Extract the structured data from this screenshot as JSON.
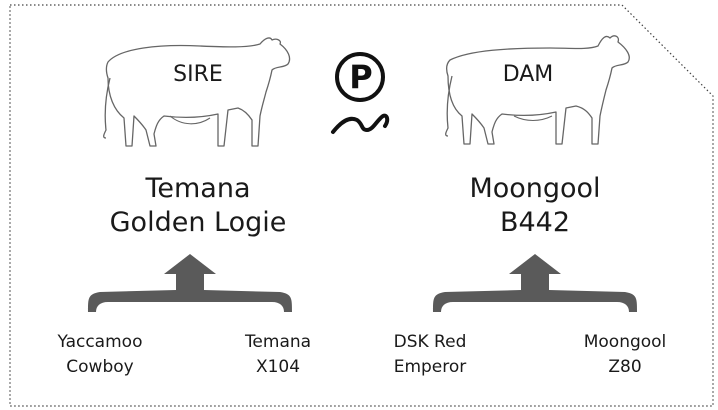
{
  "sire": {
    "role_label": "SIRE",
    "name_line1": "Temana",
    "name_line2": "Golden Logie",
    "parents": [
      {
        "line1": "Yaccamoo",
        "line2": "Cowboy"
      },
      {
        "line1": "Temana",
        "line2": "X104"
      }
    ]
  },
  "dam": {
    "role_label": "DAM",
    "name_line1": "Moongool",
    "name_line2": "B442",
    "parents": [
      {
        "line1": "DSK Red",
        "line1b": "",
        "line2": "Emperor"
      },
      {
        "line1": "Moongool",
        "line2": "Z80"
      }
    ]
  },
  "polled_symbol": "P",
  "icons": {
    "sire_animal": "bull-outline-icon",
    "dam_animal": "cow-outline-icon",
    "polled": "polled-p-icon",
    "arrow": "up-bracket-arrow-icon"
  },
  "colors": {
    "bracket": "#5a5a5a",
    "outline": "#666666",
    "border": "#444444",
    "text": "#1a1a1a"
  }
}
